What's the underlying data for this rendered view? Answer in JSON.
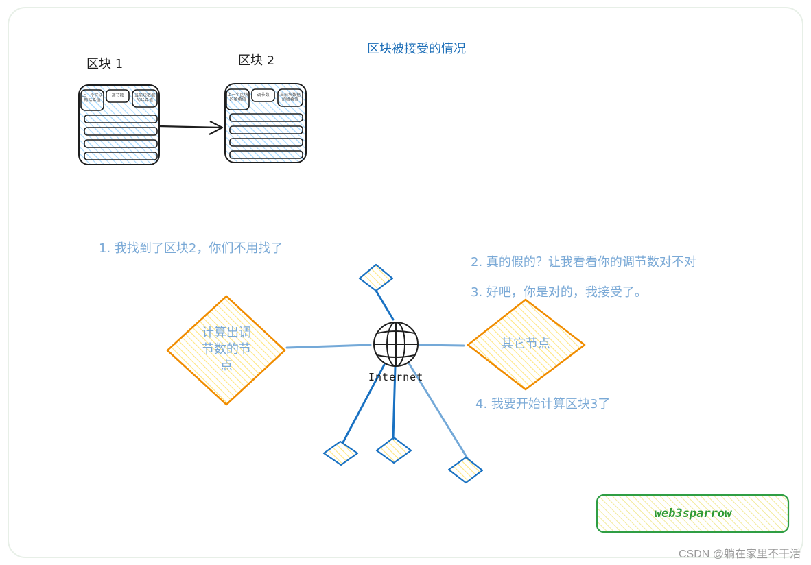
{
  "title": "区块被接受的情况",
  "blocks": [
    {
      "label": "区块 1",
      "fields": [
        "上一个区块的哈希值",
        "调节数",
        "当前块数据的哈希值"
      ]
    },
    {
      "label": "区块 2",
      "fields": [
        "上一个区块的哈希值",
        "调节数",
        "当前块数据的哈希值"
      ]
    }
  ],
  "messages": [
    "1. 我找到了区块2，你们不用找了",
    "2. 真的假的？让我看看你的调节数对不对",
    "3. 好吧，你是对的，我接受了。",
    "4. 我要开始计算区块3了"
  ],
  "nodes": {
    "miner": "计算出调节数的节点",
    "others": "其它节点",
    "internet": "Internet"
  },
  "brand": "web3sparrow",
  "watermark": "CSDN @躺在家里不干活",
  "colors": {
    "hatch_blue": "#a5d8ff",
    "hatch_yellow": "#ffe680",
    "node_border": "#f08c00",
    "line_blue": "#1971c2",
    "brand_green": "#2f9e44"
  }
}
